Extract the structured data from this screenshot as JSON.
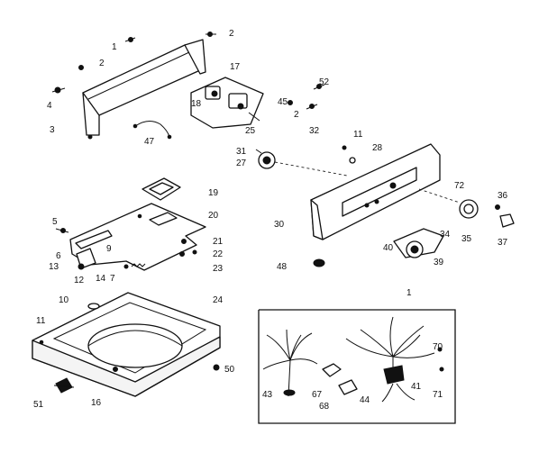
{
  "labels": {
    "l1a": "1",
    "l2a": "2",
    "l2b": "2",
    "l17": "17",
    "l4": "4",
    "l3": "3",
    "l47": "47",
    "l18": "18",
    "l45": "45",
    "l2c": "2",
    "l52": "52",
    "l25": "25",
    "l32": "32",
    "l31a": "31",
    "l27": "27",
    "l11a": "11",
    "l28": "28",
    "l19": "19",
    "l20": "20",
    "l5": "5",
    "l6": "6",
    "l9": "9",
    "l13": "13",
    "l12": "12",
    "l14": "14",
    "l7": "7",
    "l21": "21",
    "l22": "22",
    "l23": "23",
    "l30": "30",
    "l72": "72",
    "l36": "36",
    "l34": "34",
    "l35": "35",
    "l37": "37",
    "l40": "40",
    "l39": "39",
    "l48": "48",
    "l10": "10",
    "l24": "24",
    "l11b": "11",
    "l50": "50",
    "l51": "51",
    "l16": "16",
    "l1b": "1",
    "l43": "43",
    "l67": "67",
    "l68": "68",
    "l44": "44",
    "l41": "41",
    "l70": "70",
    "l71": "71"
  }
}
